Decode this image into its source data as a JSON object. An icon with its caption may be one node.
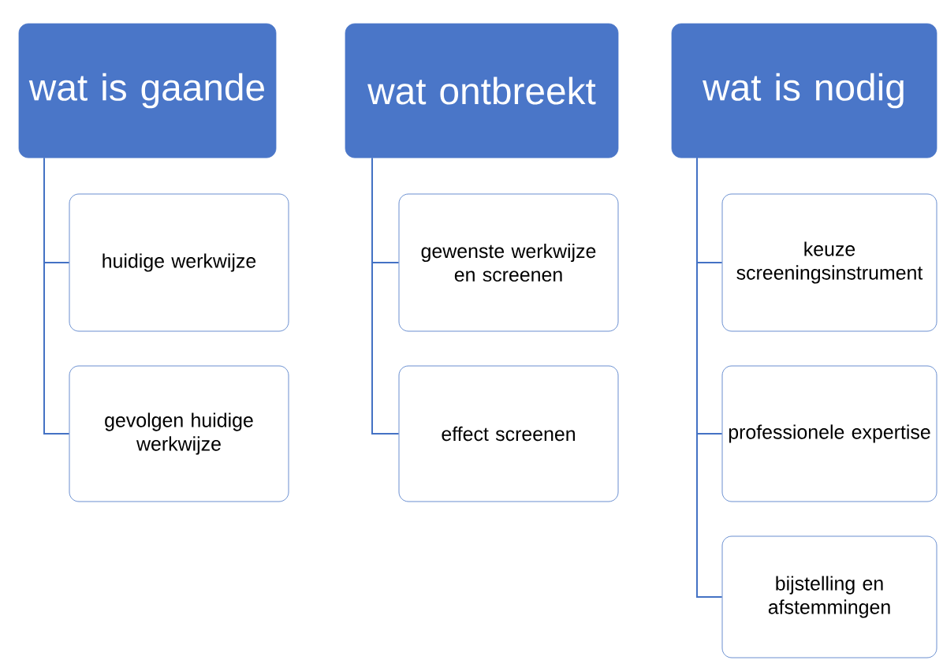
{
  "diagram": {
    "nodes": [
      {
        "text": [
          "wat is gaande"
        ]
      },
      {
        "text": [
          "huidige werkwijze"
        ]
      },
      {
        "text": [
          "gevolgen huidige werkwijze"
        ]
      },
      {
        "text": [
          "wat ontbreekt"
        ]
      },
      {
        "text": [
          "gewenste werkwijze en screenen"
        ]
      },
      {
        "text": [
          "effect screenen"
        ]
      },
      {
        "text": [
          "wat is nodig"
        ]
      },
      {
        "text": [
          "keuze screeningsinstrument"
        ]
      },
      {
        "text": [
          "professionele expertise"
        ]
      },
      {
        "text": [
          "bijstelling en afstemmingen"
        ]
      }
    ],
    "edges": [
      {
        "from": 0,
        "to": 1,
        "arrow": "none"
      },
      {
        "from": 0,
        "to": 2,
        "arrow": "none"
      },
      {
        "from": 3,
        "to": 4,
        "arrow": "none"
      },
      {
        "from": 3,
        "to": 5,
        "arrow": "none"
      },
      {
        "from": 6,
        "to": 7,
        "arrow": "none"
      },
      {
        "from": 6,
        "to": 8,
        "arrow": "none"
      },
      {
        "from": 6,
        "to": 9,
        "arrow": "none"
      }
    ]
  }
}
